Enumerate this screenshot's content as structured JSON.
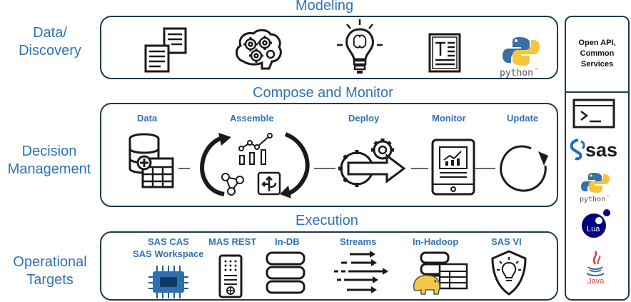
{
  "sections": {
    "modeling": "Modeling",
    "compose": "Compose and Monitor",
    "execution": "Execution"
  },
  "rows": {
    "data_discovery": [
      "Data/",
      "Discovery"
    ],
    "decision_management": [
      "Decision",
      "Management"
    ],
    "operational_targets": [
      "Operational",
      "Targets"
    ]
  },
  "modeling_icons": [
    "documents-icon",
    "brain-gears-icon",
    "lightbulb-brain-icon",
    "text-document-icon",
    "python-logo"
  ],
  "compose": {
    "labels": [
      "Data",
      "Assemble",
      "Deploy",
      "Monitor",
      "Update"
    ]
  },
  "execution": {
    "labels": [
      "SAS CAS",
      "SAS Workspace",
      "MAS REST",
      "In-DB",
      "Streams",
      "In-Hadoop",
      "SAS VI"
    ]
  },
  "right_panel": {
    "header": [
      "Open API,",
      "Common",
      "Services"
    ],
    "icons": [
      "terminal-icon",
      "sas-logo",
      "python-logo",
      "lua-logo",
      "java-logo"
    ]
  },
  "logos": {
    "python": "python",
    "python_tm": "™",
    "sas": "sas",
    "lua": "Lua",
    "java": "Java"
  },
  "colors": {
    "accent_blue": "#2f73b7",
    "border": "#1f3a4d",
    "python_blue": "#3a70a3",
    "python_yellow": "#f5c53b",
    "lua_blue": "#000080",
    "java_red": "#e03a2f"
  }
}
